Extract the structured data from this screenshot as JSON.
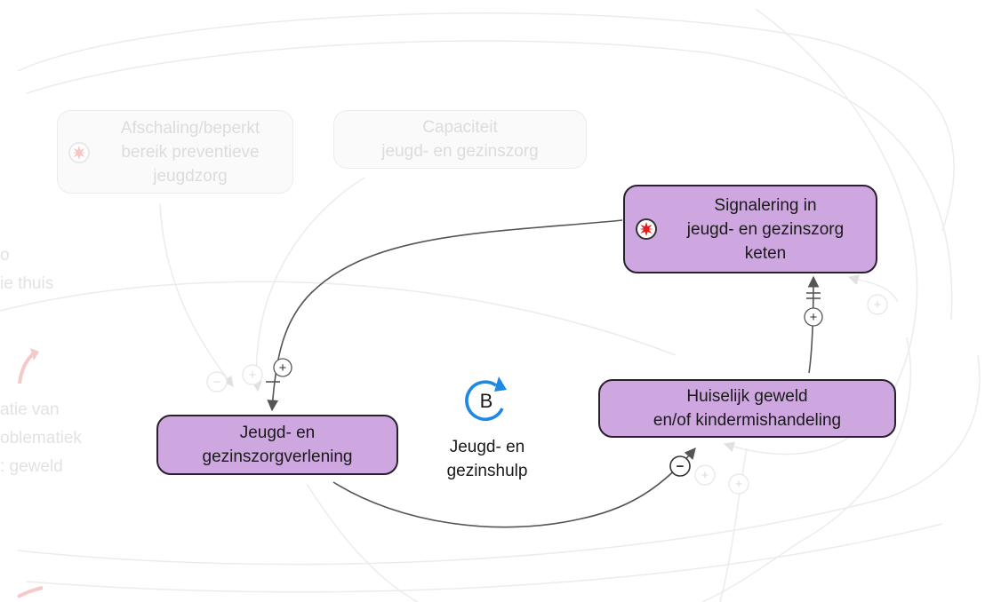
{
  "nodes": {
    "signalering": {
      "label": "Signalering in\njeugd- en gezinszorg\nketen",
      "icon": "signal-burst-icon"
    },
    "huiselijk": {
      "label": "Huiselijk geweld\nen/of kindermishandeling"
    },
    "jeugdzorg": {
      "label": "Jeugd- en\ngezinszorgverlening"
    },
    "afschaling": {
      "label": "Afschaling/beperkt\nbereik preventieve\njeugdzorg",
      "icon": "signal-burst-icon"
    },
    "capaciteit": {
      "label": "Capaciteit\njeugd- en gezinszorg"
    }
  },
  "background_fragments": {
    "left_top": "o\nie thuis",
    "left_bottom": "atie van\noblematiek\n: geweld"
  },
  "loop": {
    "letter": "B",
    "name": "Jeugd- en\ngezinshulp",
    "icon": "loop-clockwise-icon"
  },
  "links": {
    "signalering_to_jeugdzorg": "+",
    "jeugdzorg_to_huiselijk": "−",
    "huiselijk_to_signalering": "+"
  },
  "colors": {
    "node_fill": "#cfa7e0",
    "node_border": "#2a1f2e",
    "loop_blue": "#1e88e5",
    "edge": "#555555",
    "faded": "#e2e2e2",
    "faded_red": "#f6c9c9"
  }
}
